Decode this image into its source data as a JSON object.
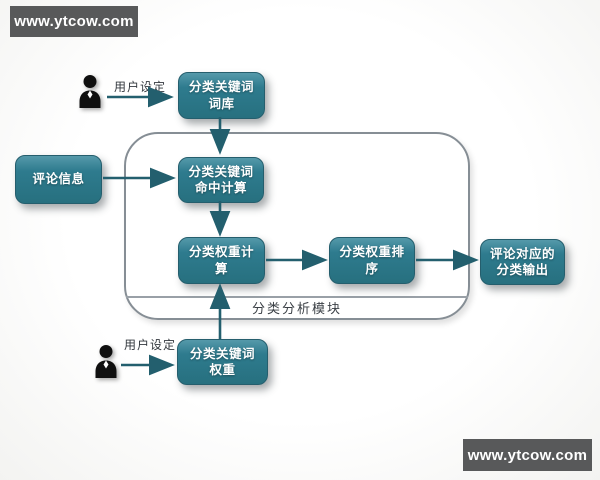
{
  "watermarks": {
    "top_left": "www.ytcow.com",
    "bottom_right": "www.ytcow.com"
  },
  "container": {
    "label": "分类分析模块"
  },
  "nodes": [
    {
      "id": "keyword-thesaurus",
      "label": "分类关键词\n词库"
    },
    {
      "id": "comment-info",
      "label": "评论信息"
    },
    {
      "id": "keyword-hit-calc",
      "label": "分类关键词\n命中计算"
    },
    {
      "id": "weight-calc",
      "label": "分类权重计\n算"
    },
    {
      "id": "weight-sort",
      "label": "分类权重排\n序"
    },
    {
      "id": "category-output",
      "label": "评论对应的\n分类输出"
    },
    {
      "id": "keyword-weight",
      "label": "分类关键词\n权重"
    }
  ],
  "edges": [
    {
      "from": "user-top",
      "to": "keyword-thesaurus",
      "label": "用户设定"
    },
    {
      "from": "keyword-thesaurus",
      "to": "keyword-hit-calc",
      "label": ""
    },
    {
      "from": "comment-info",
      "to": "keyword-hit-calc",
      "label": ""
    },
    {
      "from": "keyword-hit-calc",
      "to": "weight-calc",
      "label": ""
    },
    {
      "from": "weight-calc",
      "to": "weight-sort",
      "label": ""
    },
    {
      "from": "weight-sort",
      "to": "category-output",
      "label": ""
    },
    {
      "from": "keyword-weight",
      "to": "weight-calc",
      "label": ""
    },
    {
      "from": "user-bottom",
      "to": "keyword-weight",
      "label": "用户设定"
    }
  ],
  "icons": {
    "user_top": "user-icon",
    "user_bottom": "user-icon"
  },
  "colors": {
    "node_fill": "#2e7b8e",
    "node_fill_highlight": "#5599aa",
    "node_border": "#255e6d",
    "node_text": "#ffffff",
    "arrow": "#235f6e",
    "container_border": "#868e95",
    "label_text": "#33383e",
    "watermark_bg": "#58595a",
    "watermark_text": "#ffffff",
    "background": "#f7f7f5"
  }
}
